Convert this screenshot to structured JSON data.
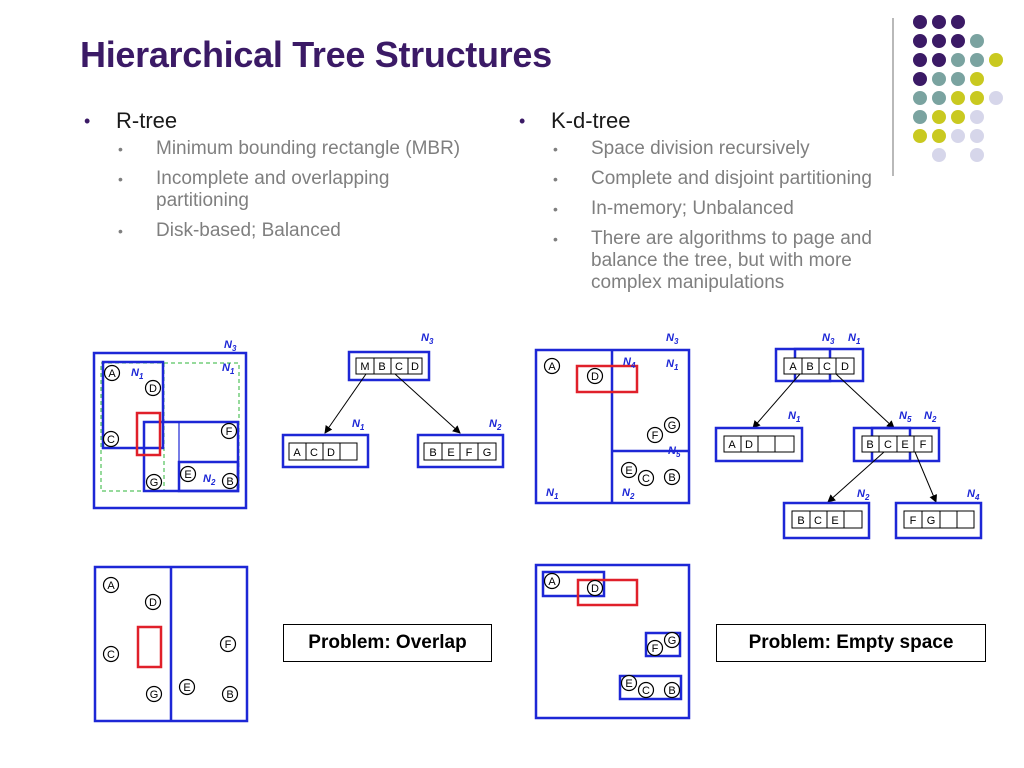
{
  "title": "Hierarchical Tree Structures",
  "colors": {
    "title": "#3b1a66",
    "box": "#1d27d6",
    "red": "#e0202a",
    "green": "#2db43a",
    "purple": "#3b1a66",
    "teal": "#7aa3a0",
    "yellow": "#c9c920",
    "lavender": "#d6d6ea"
  },
  "rtree": {
    "heading": "R-tree",
    "items": [
      "Minimum bounding rectangle (MBR)",
      "Incomplete and overlapping partitioning",
      "Disk-based; Balanced"
    ]
  },
  "kdtree": {
    "heading": "K-d-tree",
    "items": [
      "Space division recursively",
      "Complete and disjoint partitioning",
      "In-memory; Unbalanced",
      "There are algorithms to page and balance the tree, but with more complex manipulations"
    ]
  },
  "points": {
    "a": "A",
    "b": "B",
    "c": "C",
    "d": "D",
    "e": "E",
    "f": "F",
    "g": "G"
  },
  "node_main": "N",
  "node_subs": {
    "n1": "1",
    "n2": "2",
    "n3": "3",
    "n4": "4",
    "n5": "5"
  },
  "rtree_root": "M",
  "problems": {
    "overlap": "Problem: Overlap",
    "empty": "Problem: Empty space"
  }
}
